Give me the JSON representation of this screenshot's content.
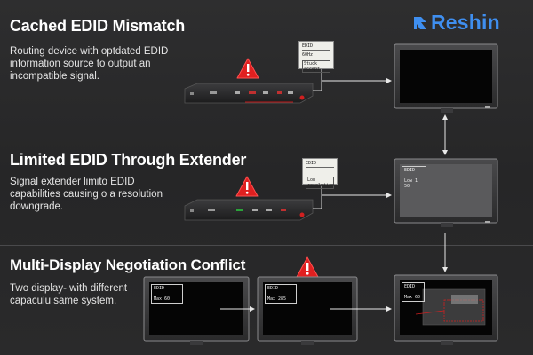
{
  "brand": {
    "name": "Reshin",
    "color": "#3f8ff0"
  },
  "sections": [
    {
      "title": "Cached EDID Mismatch",
      "description": "Routing device with optdated EDID information source to output an incompatible signal.",
      "edid_label": {
        "header": "EDID",
        "line": "60Hz",
        "footer": "Stuck accept"
      }
    },
    {
      "title": "Limited EDID Through Extender",
      "description": "Signal extender limito EDID capabilities causing o a resolution downgrade.",
      "edid_label": {
        "header": "EDID",
        "footer": "Low resolution"
      },
      "monitor_edid": {
        "header": "EDID",
        "line": "Low 1 50"
      }
    },
    {
      "title": "Multi-Display Negotiation Conflict",
      "description": "Two display- with different capaculu same system.",
      "monitors": [
        {
          "header": "EDID",
          "line": "Max 60"
        },
        {
          "header": "EDID",
          "line": "Max 285"
        },
        {
          "header": "EDID",
          "line": "Max 60"
        }
      ]
    }
  ],
  "icons": [
    "warning-icon",
    "arrow-icon"
  ],
  "colors": {
    "warning": "#e02020",
    "background": "#2a2a2b",
    "accent_red": "#c01818",
    "accent_green": "#2aa33a"
  }
}
